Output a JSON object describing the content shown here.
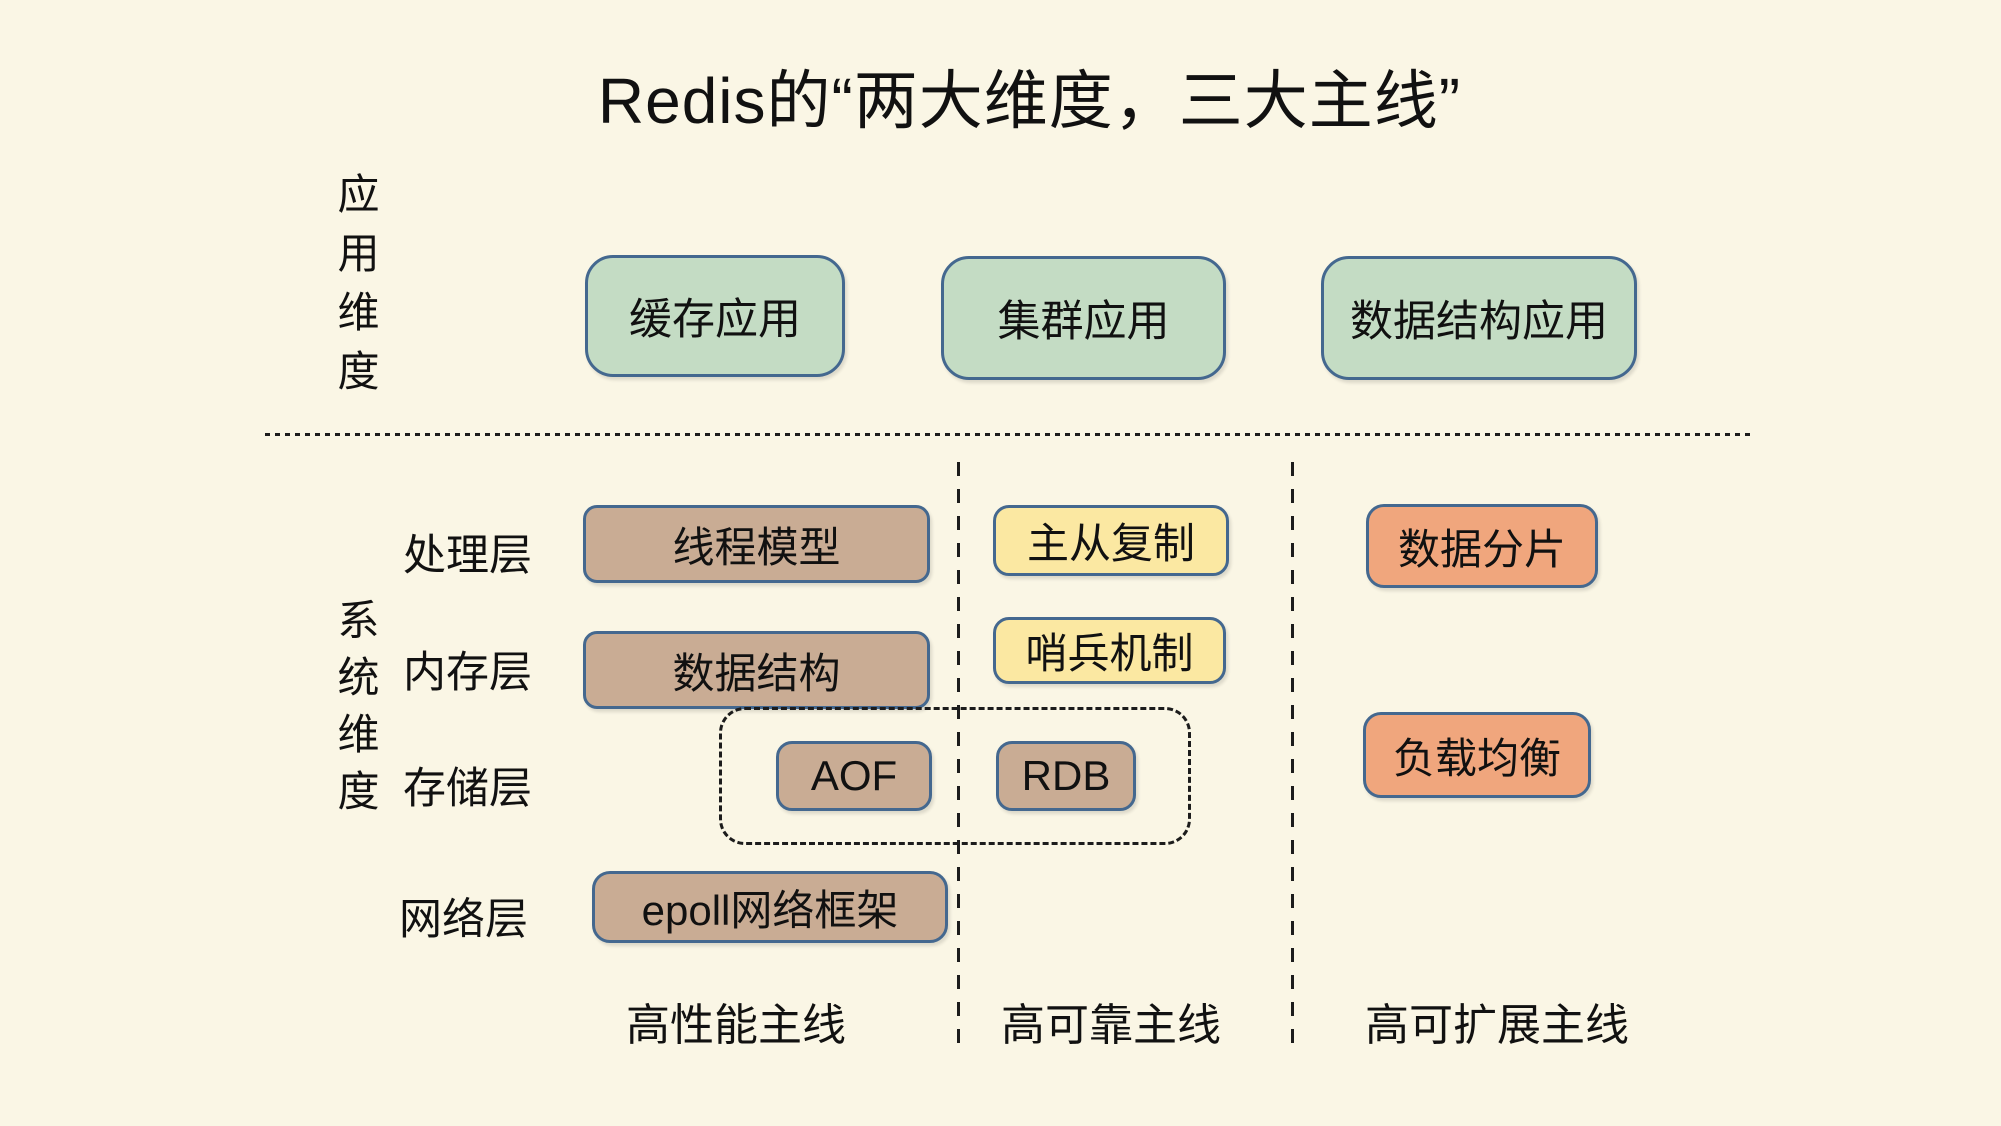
{
  "title": "Redis的“两大维度，三大主线”",
  "dimensions": {
    "application": {
      "label": "应用维度"
    },
    "system": {
      "label": "系统维度"
    }
  },
  "application_row": {
    "boxes": [
      {
        "label": "缓存应用"
      },
      {
        "label": "集群应用"
      },
      {
        "label": "数据结构应用"
      }
    ]
  },
  "layers": [
    {
      "label": "处理层"
    },
    {
      "label": "内存层"
    },
    {
      "label": "存储层"
    },
    {
      "label": "网络层"
    }
  ],
  "system_boxes": {
    "thread_model": "线程模型",
    "master_slave_replication": "主从复制",
    "data_sharding": "数据分片",
    "data_structure": "数据结构",
    "sentinel_mechanism": "哨兵机制",
    "aof": "AOF",
    "rdb": "RDB",
    "load_balancing": "负载均衡",
    "epoll_framework": "epoll网络框架"
  },
  "mainlines": [
    {
      "label": "高性能主线"
    },
    {
      "label": "高可靠主线"
    },
    {
      "label": "高可扩展主线"
    }
  ],
  "colors": {
    "background": "#FAF6E5",
    "green": "#C4DCC4",
    "brown": "#C9AC94",
    "yellow": "#FBE8A2",
    "orange": "#F0A67D",
    "border": "#44688F",
    "text": "#111111",
    "dash": "#1C1C1C"
  }
}
